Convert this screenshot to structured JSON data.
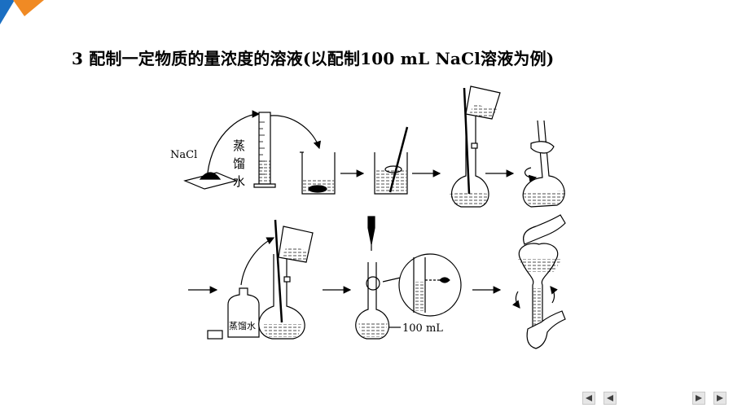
{
  "title": "3 配制一定物质的量浓度的溶液(以配制100 mL NaCl溶液为例)",
  "diagram": {
    "salt_label": "NaCl",
    "water_label_chars": [
      "蒸",
      "馏",
      "水"
    ],
    "bottle_label": "蒸馏水",
    "flask_volume_label": "100 mL"
  },
  "colors": {
    "corner_blue": "#1b6fc2",
    "corner_orange": "#f08a24",
    "nav_arrow": "#404040"
  },
  "nav": {
    "first": "first-page-icon",
    "prev": "previous-page-icon",
    "next": "next-page-icon",
    "last": "last-page-icon"
  }
}
